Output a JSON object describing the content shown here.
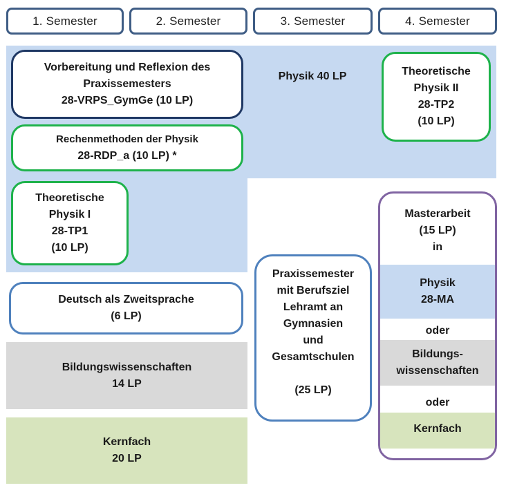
{
  "semesters": [
    "1. Semester",
    "2. Semester",
    "3. Semester",
    "4. Semester"
  ],
  "physik_total": "Physik 40 LP",
  "vrps": {
    "line1": "Vorbereitung und Reflexion des",
    "line2": "Praxissemesters",
    "line3": "28-VRPS_GymGe  (10 LP)"
  },
  "rdp": {
    "line1": "Rechenmethoden der Physik",
    "line2": "28-RDP_a (10 LP) *"
  },
  "tp1": {
    "line1": "Theoretische",
    "line2": "Physik I",
    "line3": "28-TP1",
    "line4": "(10 LP)"
  },
  "tp2": {
    "line1": "Theoretische",
    "line2": "Physik II",
    "line3": "28-TP2",
    "line4": "(10 LP)"
  },
  "daz": {
    "line1": "Deutsch als Zweitsprache",
    "line2": "(6 LP)"
  },
  "bildung": {
    "line1": "Bildungswissenschaften",
    "line2": "14 LP"
  },
  "kernfach": {
    "line1": "Kernfach",
    "line2": "20 LP"
  },
  "praxis": {
    "line1": "Praxissemester",
    "line2": "mit Berufsziel",
    "line3": "Lehramt an",
    "line4": "Gymnasien",
    "line5": "und",
    "line6": "Gesamtschulen",
    "line7": "(25 LP)"
  },
  "master": {
    "line1": "Masterarbeit",
    "line2": "(15 LP)",
    "line3": "in",
    "physik1": "Physik",
    "physik2": "28-MA",
    "oder1": "oder",
    "bildung1": "Bildungs-",
    "bildung2": "wissenschaften",
    "oder2": "oder",
    "kernfach": "Kernfach"
  },
  "colors": {
    "band_blue": "#c6d9f1",
    "band_grey": "#d9d9d9",
    "band_green": "#d7e4bd",
    "border_navy": "#1f3864",
    "border_green": "#1eb24b",
    "border_blue": "#4f81bd",
    "border_purple": "#8064a2",
    "semester_border": "#3f5d85"
  }
}
